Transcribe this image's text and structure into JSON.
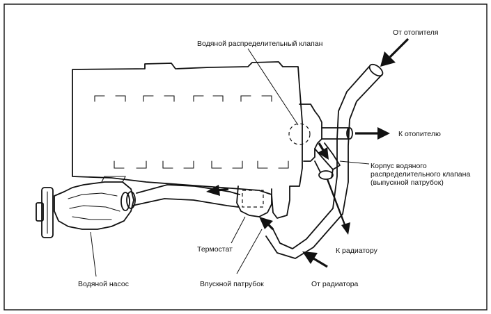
{
  "labels": {
    "valve": "Водяной распределительный клапан",
    "from_heater": "От отопителя",
    "to_heater": "К отопителю",
    "housing_line1": "Корпус водяного",
    "housing_line2": "распределительного клапана",
    "housing_line3": "(выпускной патрубок)",
    "to_radiator": "К радиатору",
    "thermostat": "Термостат",
    "water_pump": "Водяной насос",
    "inlet": "Впускной патрубок",
    "from_radiator": "От радиатора"
  }
}
